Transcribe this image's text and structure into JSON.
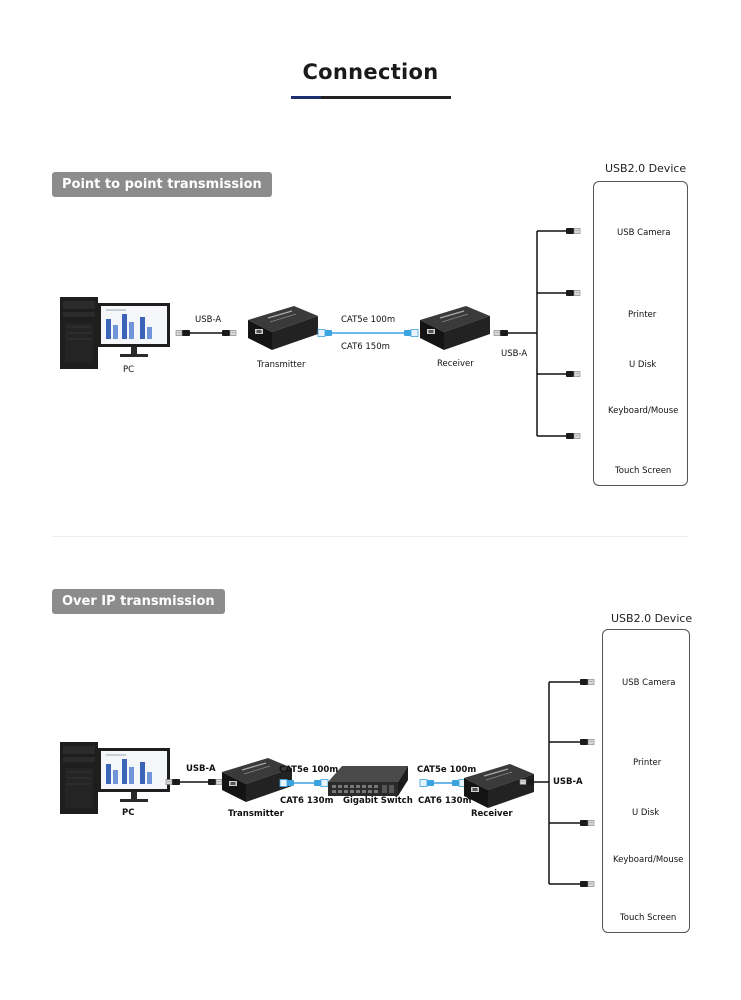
{
  "title": "Connection",
  "section1": {
    "badge": "Point to point transmission",
    "usb_a_left": "USB-A",
    "cable_line1": "CAT5e 100m",
    "cable_line2": "CAT6  150m",
    "usb_a_right": "USB-A",
    "nodes": {
      "pc": "PC",
      "transmitter": "Transmitter",
      "receiver": "Receiver"
    },
    "device_box_title": "USB2.0 Device",
    "devices": [
      "USB Camera",
      "Printer",
      "U Disk",
      "Keyboard/Mouse",
      "Touch Screen"
    ]
  },
  "section2": {
    "badge": "Over IP transmission",
    "usb_a_left": "USB-A",
    "cable_left_line1": "CAT5e 100m",
    "cable_left_line2": "CAT6  130m",
    "switch_label": "Gigabit Switch",
    "cable_right_line1": "CAT5e 100m",
    "cable_right_line2": "CAT6  130m",
    "usb_a_right": "USB-A",
    "nodes": {
      "pc": "PC",
      "transmitter": "Transmitter",
      "receiver": "Receiver"
    },
    "device_box_title": "USB2.0 Device",
    "devices": [
      "USB Camera",
      "Printer",
      "U Disk",
      "Keyboard/Mouse",
      "Touch Screen"
    ]
  },
  "colors": {
    "badge": "#8c8c8c",
    "accent_navy": "#1c2f6e",
    "cable_blue": "#3aa3e0",
    "line": "#111111"
  }
}
